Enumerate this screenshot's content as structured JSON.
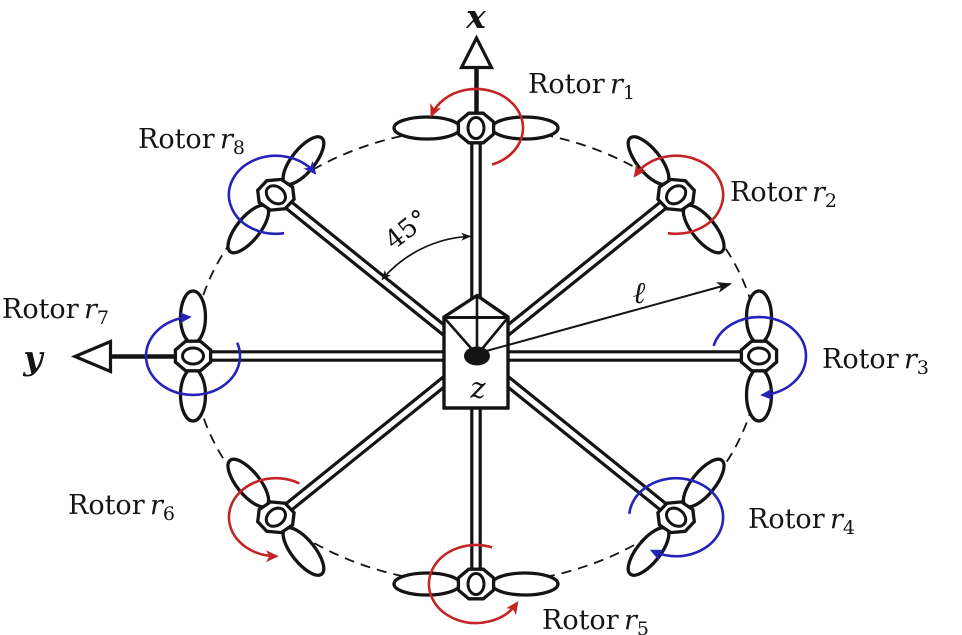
{
  "figure": {
    "type": "octocopter-rotor-configuration-diagram",
    "background": "#ffffff",
    "colors": {
      "line": "#141414",
      "ccw_arrow": "#c32424",
      "cw_arrow": "#2523b8"
    },
    "labels": {
      "x_axis": "x",
      "y_axis": "y",
      "z_axis": "z",
      "angle": "45°",
      "arm_length": "ℓ"
    },
    "rotors": [
      {
        "id": "r1",
        "name": "Rotor",
        "symbol": "r",
        "subscript": "1",
        "position_deg": 90,
        "spin": "CCW",
        "arrow_color": "#c32424"
      },
      {
        "id": "r2",
        "name": "Rotor",
        "symbol": "r",
        "subscript": "2",
        "position_deg": 45,
        "spin": "CCW",
        "arrow_color": "#c32424"
      },
      {
        "id": "r3",
        "name": "Rotor",
        "symbol": "r",
        "subscript": "3",
        "position_deg": 0,
        "spin": "CW",
        "arrow_color": "#2523b8"
      },
      {
        "id": "r4",
        "name": "Rotor",
        "symbol": "r",
        "subscript": "4",
        "position_deg": 315,
        "spin": "CW",
        "arrow_color": "#2523b8"
      },
      {
        "id": "r5",
        "name": "Rotor",
        "symbol": "r",
        "subscript": "5",
        "position_deg": 270,
        "spin": "CCW",
        "arrow_color": "#c32424"
      },
      {
        "id": "r6",
        "name": "Rotor",
        "symbol": "r",
        "subscript": "6",
        "position_deg": 225,
        "spin": "CCW",
        "arrow_color": "#c32424"
      },
      {
        "id": "r7",
        "name": "Rotor",
        "symbol": "r",
        "subscript": "7",
        "position_deg": 180,
        "spin": "CW",
        "arrow_color": "#2523b8"
      },
      {
        "id": "r8",
        "name": "Rotor",
        "symbol": "r",
        "subscript": "8",
        "position_deg": 135,
        "spin": "CW",
        "arrow_color": "#2523b8"
      }
    ]
  }
}
